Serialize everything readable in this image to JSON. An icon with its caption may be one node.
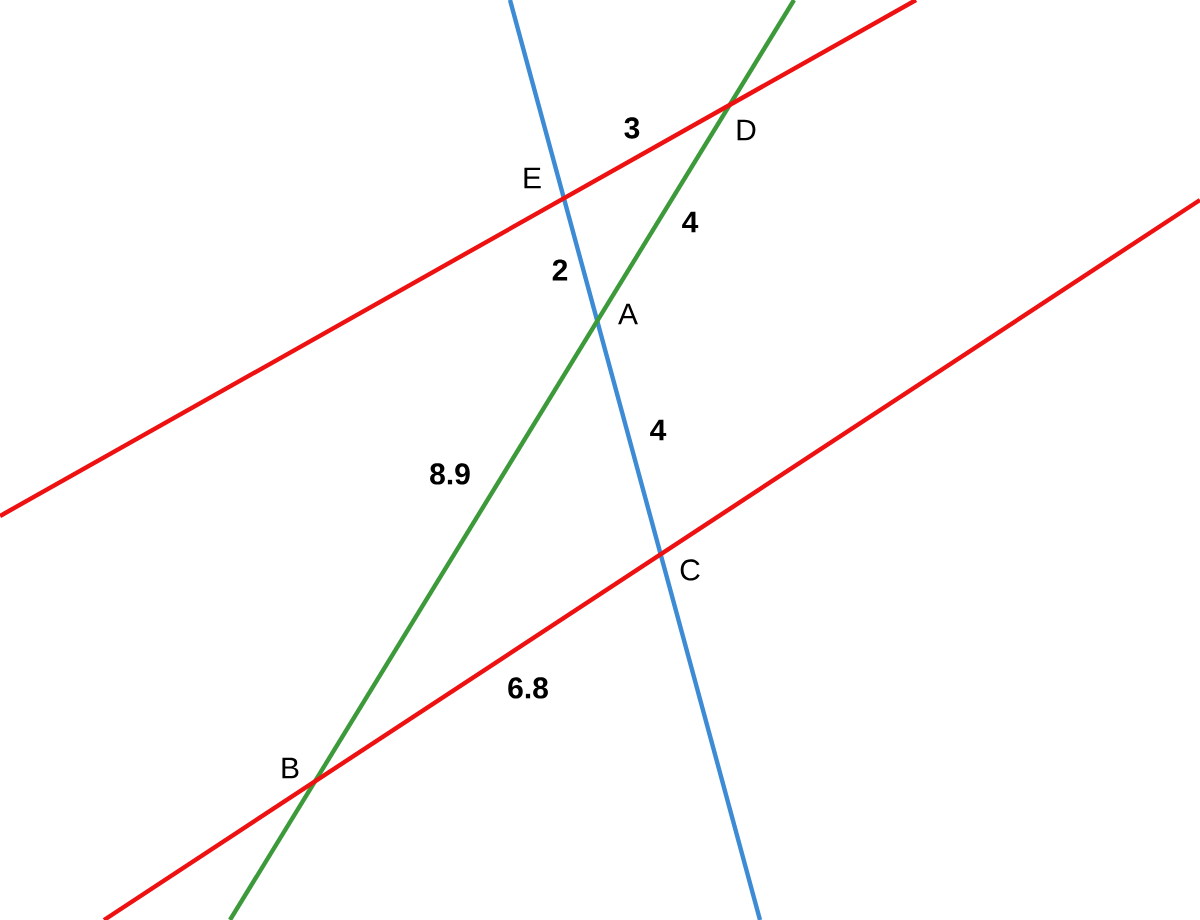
{
  "diagram": {
    "labels": [
      "3",
      "D",
      "E",
      "4",
      "2",
      "A",
      "4",
      "8.9",
      "C",
      "6.8",
      "B"
    ]
  }
}
